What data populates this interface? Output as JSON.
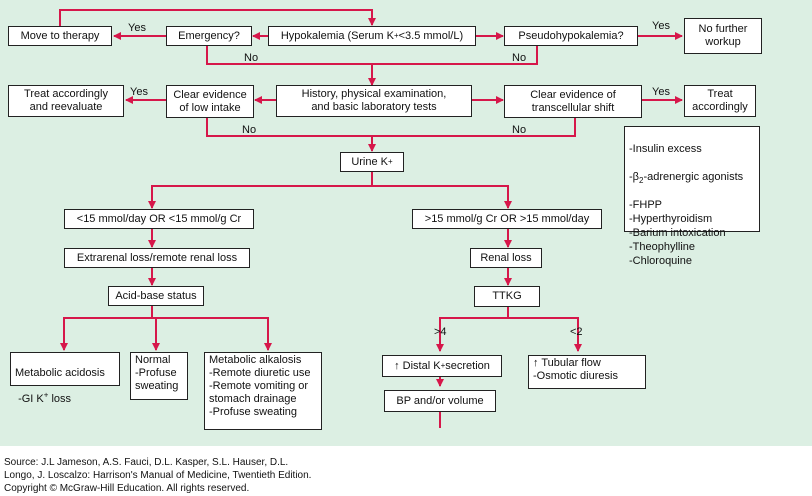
{
  "colors": {
    "line": "#d6174a",
    "background": "#dcefe3",
    "box_border": "#222222"
  },
  "nodes": {
    "move_to_therapy": "Move to therapy",
    "emergency": "Emergency?",
    "hypokalemia_pre": "Hypokalemia (Serum K",
    "hypokalemia_sup": "+",
    "hypokalemia_post": " <3.5 mmol/L)",
    "pseudohypokalemia": "Pseudohypokalemia?",
    "no_further_workup": "No further\nworkup",
    "treat_reevaluate": "Treat accordingly\nand reevaluate",
    "low_intake": "Clear evidence\nof low intake",
    "history": "History, physical examination,\nand basic laboratory tests",
    "transcellular": "Clear evidence of\ntranscellular shift",
    "treat_accordingly": "Treat\naccordingly",
    "urine_k_pre": "Urine K",
    "urine_k_sup": "+",
    "low_urine": "<15 mmol/day OR <15 mmol/g Cr",
    "high_urine": ">15 mmol/g Cr OR >15 mmol/day",
    "extrarenal": "Extrarenal loss/remote renal loss",
    "renal_loss": "Renal loss",
    "acid_base": "Acid-base status",
    "ttkg": "TTKG",
    "met_acidosis_line1": "Metabolic acidosis",
    "met_acidosis_line2_pre": "-GI K",
    "met_acidosis_line2_sup": "+",
    "met_acidosis_line2_post": " loss",
    "normal": "Normal\n-Profuse\n sweating",
    "met_alkalosis": "Metabolic alkalosis\n-Remote diuretic use\n-Remote vomiting or\n stomach drainage\n-Profuse sweating",
    "distal_pre": "↑ Distal K",
    "distal_sup": "+",
    "distal_post": " secretion",
    "tubular": "↑ Tubular flow\n -Osmotic diuresis",
    "bp_volume": "BP and/or volume"
  },
  "shift_causes": {
    "insulin": "-Insulin excess",
    "beta_pre": "-β",
    "beta_sub": "2",
    "beta_post": "-adrenergic agonists",
    "rest": "-FHPP\n-Hyperthyroidism\n-Barium intoxication\n-Theophylline\n-Chloroquine"
  },
  "labels": {
    "yes_emergency": "Yes",
    "no_emergency": "No",
    "yes_pseudo": "Yes",
    "no_pseudo": "No",
    "yes_intake": "Yes",
    "no_intake": "No",
    "yes_shift": "Yes",
    "no_shift": "No",
    "gt4": ">4",
    "lt2": "<2"
  },
  "source": "Source: J.L Jameson, A.S. Fauci, D.L. Kasper, S.L. Hauser, D.L.\nLongo, J. Loscalzo: Harrison's Manual of Medicine, Twentieth Edition.\nCopyright © McGraw-Hill Education. All rights reserved."
}
